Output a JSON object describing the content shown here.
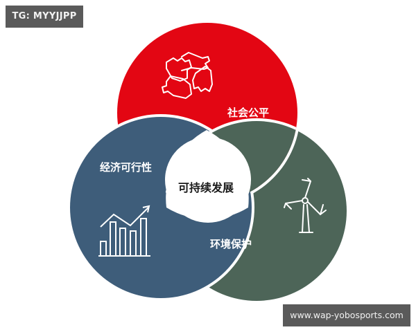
{
  "watermarks": {
    "top_left": "TG: MYYJJPP",
    "bottom_right": "www.wap-yobosports.com"
  },
  "diagram": {
    "type": "three-circle venn",
    "center_label": "可持续发展",
    "circles": [
      {
        "label": "社会公平",
        "color": "#e30613",
        "icon": "joined-hands-icon"
      },
      {
        "label": "经济可行性",
        "color": "#3e5d7a",
        "icon": "bar-chart-growth-icon"
      },
      {
        "label": "环境保护",
        "color": "#4d6558",
        "icon": "wind-turbine-icon"
      }
    ]
  }
}
